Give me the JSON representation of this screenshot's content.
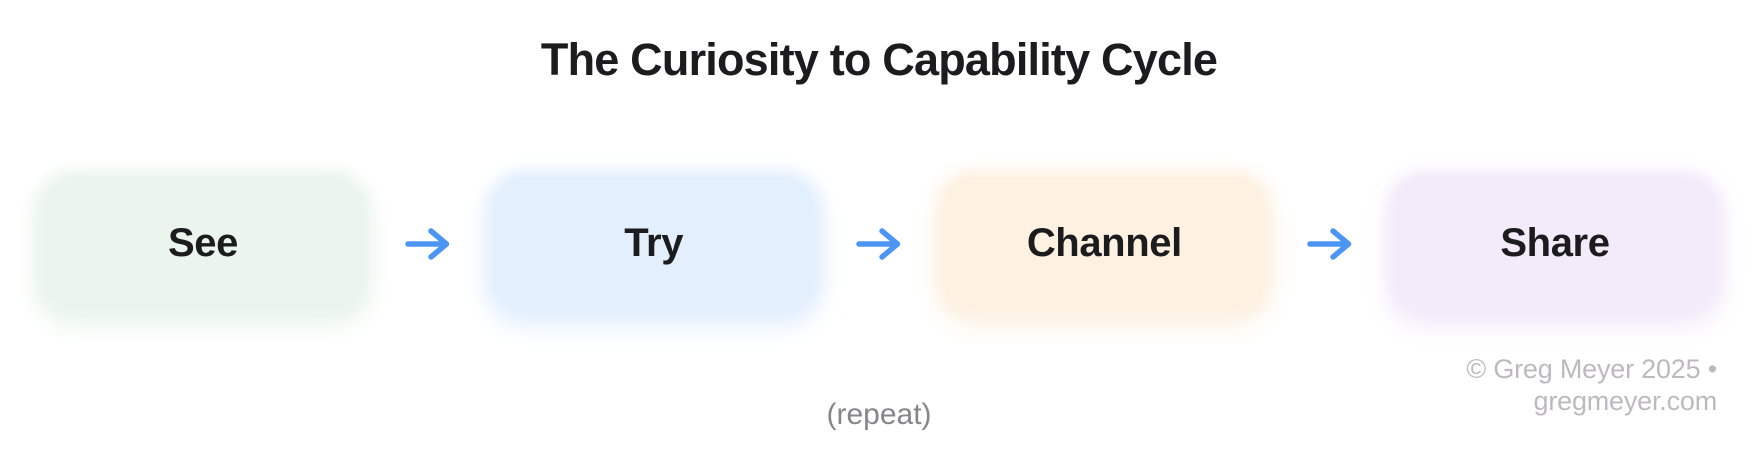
{
  "page": {
    "background": "#ffffff"
  },
  "title": {
    "text": "The Curiosity to Capability Cycle",
    "color": "#1c1c1e"
  },
  "flow": {
    "label_color": "#1c1c1e",
    "arrow_color": "#4d95f2",
    "arrow_icon": "arrow-right",
    "steps": [
      {
        "label": "See",
        "bg": "#ebf5ed"
      },
      {
        "label": "Try",
        "bg": "#e3effd"
      },
      {
        "label": "Channel",
        "bg": "#fdf1e2"
      },
      {
        "label": "Share",
        "bg": "#f3eafa"
      }
    ]
  },
  "repeat_note": {
    "text": "(repeat)",
    "color": "#87868b"
  },
  "footer": {
    "line1": "© Greg Meyer 2025 •",
    "line2": "gregmeyer.com",
    "color": "#bcbac0"
  }
}
